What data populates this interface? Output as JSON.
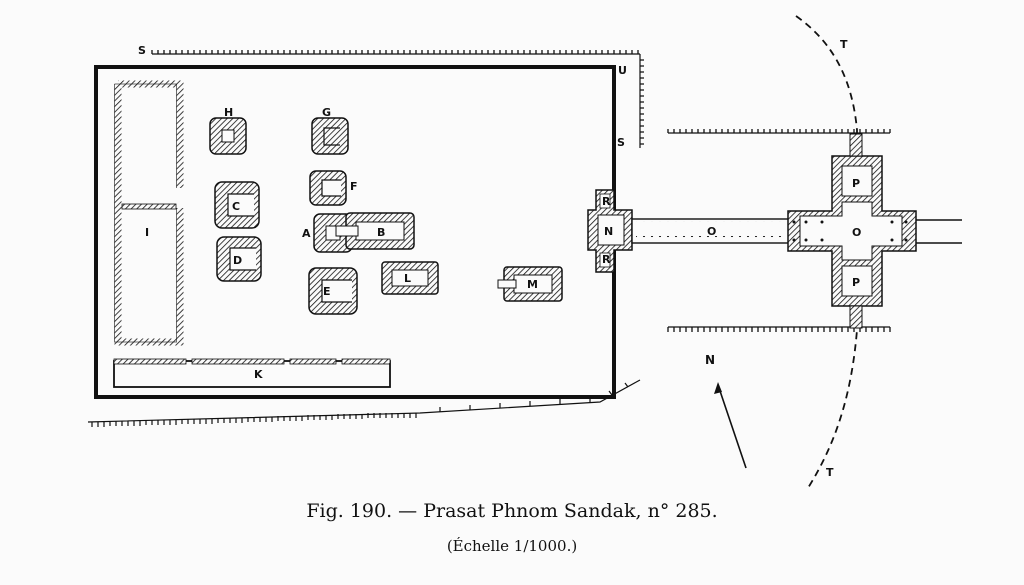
{
  "labels": {
    "S_top": "S",
    "S_right": "S",
    "U": "U",
    "T_top": "T",
    "T_bottom": "T",
    "N_compass": "N",
    "A": "A",
    "B": "B",
    "C": "C",
    "D": "D",
    "E": "E",
    "F": "F",
    "G": "G",
    "H": "H",
    "I": "I",
    "J": "L",
    "K": "K",
    "M": "M",
    "N": "N",
    "O_causeway": "O",
    "O_cross": "O",
    "P_top": "P",
    "P_bottom": "P",
    "R_top": "R",
    "R_bottom": "R"
  },
  "caption": {
    "title": "Fig. 190. — Prasat Phnom Sandak, n° 285.",
    "scale": "(Échelle 1/1000.)"
  },
  "colors": {
    "ink": "#111111",
    "paper": "#fbfbfb"
  }
}
